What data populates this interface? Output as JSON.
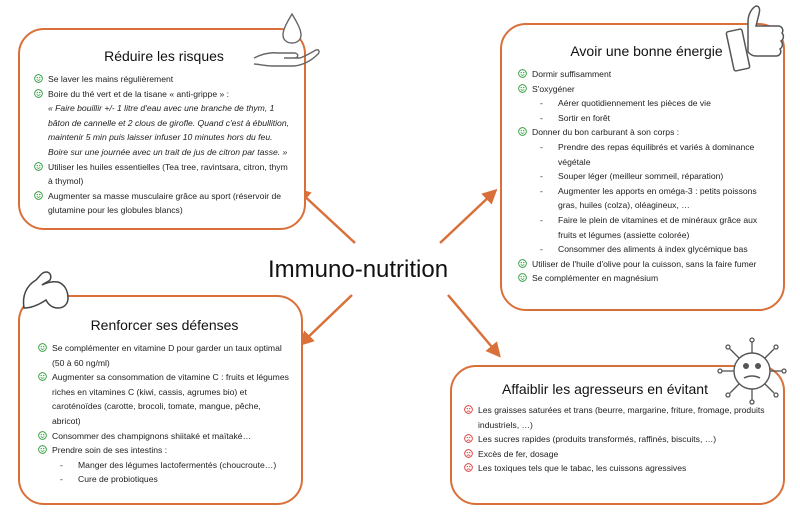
{
  "center": {
    "title": "Immuno-nutrition"
  },
  "colors": {
    "accent": "#d9703a",
    "positive": "#2e9a3a",
    "negative": "#d93a3a"
  },
  "reduce": {
    "title": "Réduire les risques",
    "items": [
      "Se laver les mains régulièrement",
      "Boire du thé vert et de la tisane « anti-grippe » :",
      "Utiliser les huiles essentielles (Tea tree, ravintsara, citron, thym à thymol)",
      "Augmenter sa masse musculaire grâce au sport (réservoir de glutamine pour les globules blancs)"
    ],
    "quote": "« Faire bouillir +/- 1 litre d'eau avec une branche de thym, 1 bâton de cannelle et 2 clous de girofle. Quand c'est à ébullition, maintenir 5 min puis laisser infuser 10 minutes hors du feu. Boire sur une journée avec un trait de jus de citron par tasse. »"
  },
  "energy": {
    "title": "Avoir une bonne énergie",
    "items": [
      "Dormir suffisamment",
      "S'oxygéner",
      "Donner du bon carburant à son corps :",
      "Utiliser de l'huile d'olive pour la cuisson, sans la faire fumer",
      "Se complémenter en magnésium"
    ],
    "oxygen_sub": [
      "Aérer quotidiennement les pièces de vie",
      "Sortir en forêt"
    ],
    "fuel_sub": [
      "Prendre des repas équilibrés et variés à dominance végétale",
      "Souper léger (meilleur sommeil, réparation)",
      "Augmenter les apports en oméga-3 : petits poissons gras, huiles (colza), oléagineux, …",
      "Faire le plein de vitamines et de minéraux grâce aux fruits et légumes (assiette colorée)",
      "Consommer des aliments à index glycémique bas"
    ]
  },
  "defense": {
    "title": "Renforcer ses défenses",
    "items": [
      "Se complémenter en vitamine D pour garder un taux optimal (50 à 60 ng/ml)",
      "Augmenter sa consommation de vitamine C : fruits et légumes riches en vitamines C (kiwi, cassis, agrumes bio) et caroténoïdes (carotte, brocoli, tomate, mangue, pêche, abricot)",
      "Consommer des champignons shiitaké et maïtaké…",
      "Prendre soin de ses intestins :"
    ],
    "gut_sub": [
      "Manger des légumes lactofermentés (choucroute…)",
      "Cure de probiotiques"
    ]
  },
  "weaken": {
    "title": "Affaiblir les agresseurs en évitant",
    "items": [
      "Les graisses saturées et trans (beurre, margarine, friture, fromage, produits industriels, …)",
      "Les sucres rapides (produits transformés, raffinés, biscuits, …)",
      "Excès de fer, dosage",
      "Les toxiques tels que le tabac, les cuissons agressives"
    ]
  },
  "icons": {
    "positive": "smiley-icon",
    "negative": "frown-icon",
    "reduce": "hand-with-water-drop-icon",
    "energy": "thumbs-up-icon",
    "defense": "flexed-arm-icon",
    "weaken": "virus-icon"
  }
}
